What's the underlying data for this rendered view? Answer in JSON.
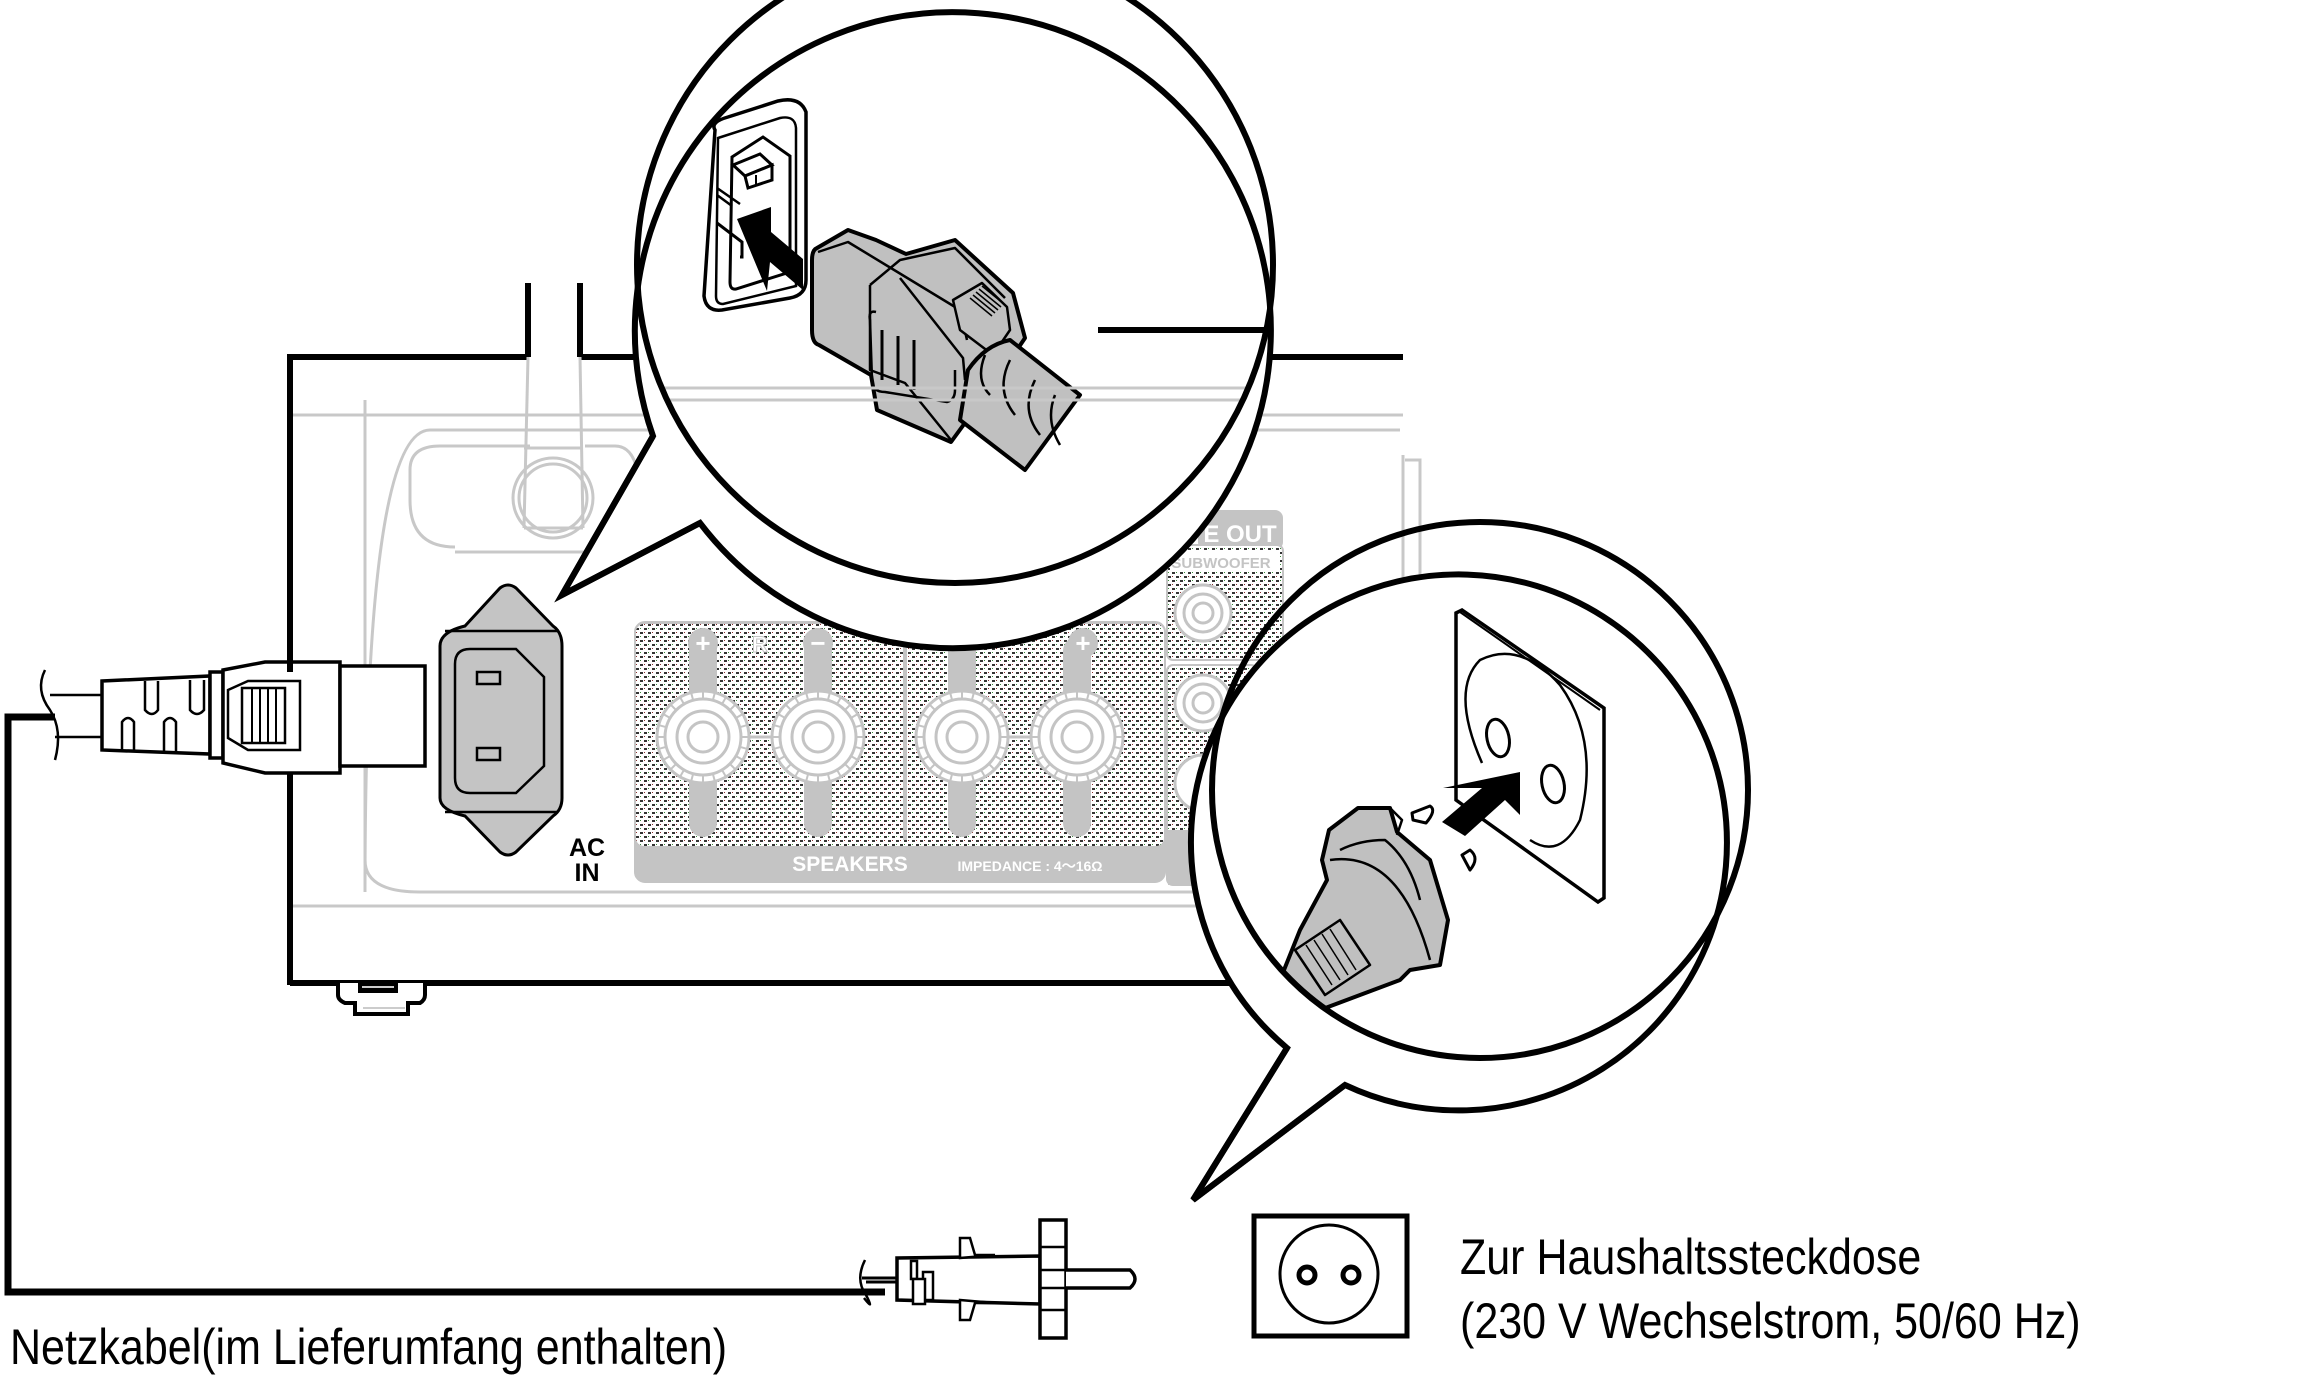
{
  "diagram": {
    "title": "AC power cord connection",
    "device": {
      "ac_inlet_label_line1": "AC",
      "ac_inlet_label_line2": "IN",
      "speakers_label": "SPEAKERS",
      "impedance_label": "IMPEDANCE : 4～16Ω",
      "speaker_terminal_marks": [
        "+",
        "R",
        "−",
        "+"
      ],
      "preout_label": "E OUT",
      "subwoofer_label": "SUBWOOFER"
    },
    "callouts": [
      {
        "id": "iec-plug-callout",
        "description": "Insert IEC power cord plug into AC IN inlet"
      },
      {
        "id": "wall-plug-callout",
        "description": "Insert Schuko plug into wall outlet"
      }
    ],
    "labels": {
      "cable": "Netzkabel(im Lieferumfang enthalten)",
      "outlet_line1": "Zur Haushaltssteckdose",
      "outlet_line2": "(230 V Wechselstrom, 50/60 Hz)"
    },
    "icons": {
      "outlet_symbol": "wall-outlet-icon",
      "arrow": "insert-arrow-icon"
    },
    "colors": {
      "line": "#000000",
      "plug_fill": "#c0c0c0",
      "panel_gray": "#c4c4c4",
      "panel_line": "#c8c8c8",
      "background": "#ffffff"
    }
  }
}
